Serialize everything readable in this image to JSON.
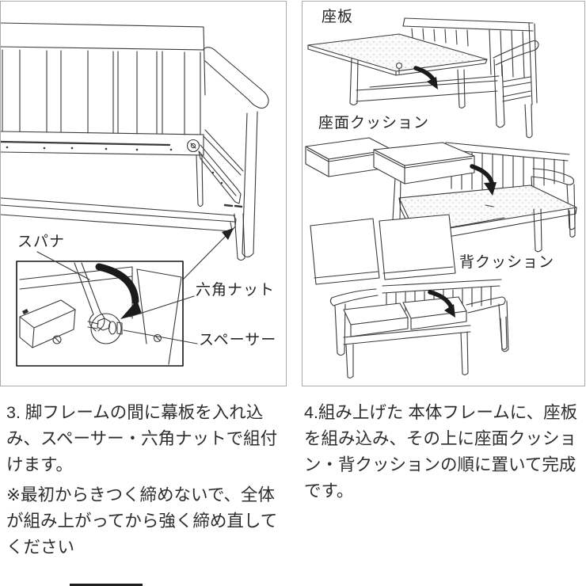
{
  "colors": {
    "panel_border": "#ababab",
    "line_art": "#3a3a3a",
    "arrow_fill": "#1b1b1b",
    "text": "#2d2d2d"
  },
  "panel_left": {
    "labels": {
      "spanner": "スパナ",
      "hex_nut": "六角ナット",
      "spacer": "スペーサー"
    },
    "caption": {
      "lines": [
        "3. 脚フレームの間に幕板を入れ込",
        "み、スペーサー・六角ナットで組付",
        "けます。"
      ],
      "note_lines": [
        "※最初からきつく締めないで、全体",
        "が組み上がってから強く締め直して",
        "ください"
      ]
    }
  },
  "panel_right": {
    "labels": {
      "seat_board": "座板",
      "seat_cushion": "座面クッション",
      "back_cushion": "背クッション"
    },
    "caption": {
      "lines": [
        "4.組み上げた 本体フレームに、座板",
        "を組み込み、その上に座面クッショ",
        "ン・背クッションの順に置いて完成",
        "です。"
      ]
    }
  }
}
